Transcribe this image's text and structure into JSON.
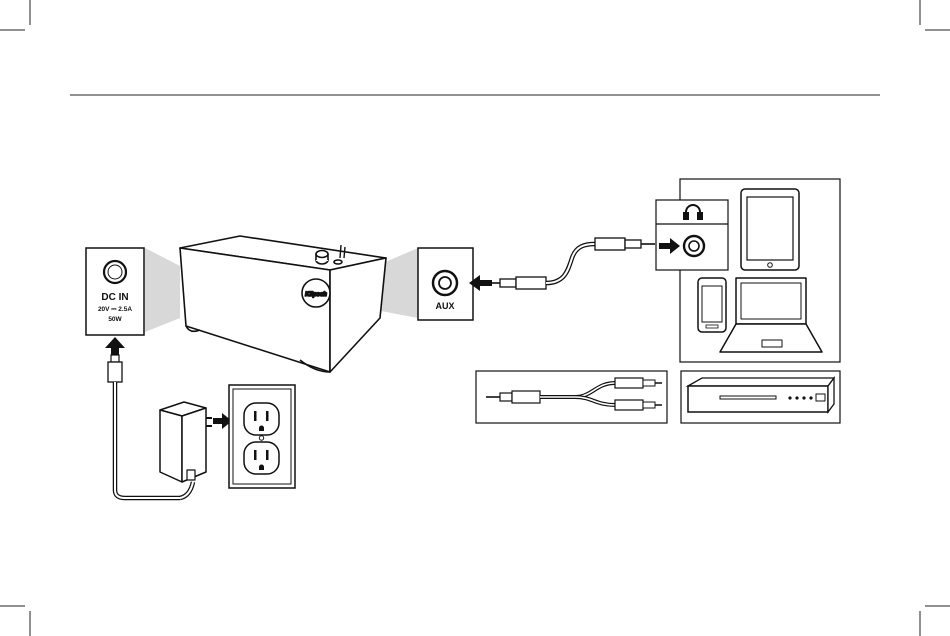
{
  "dc_panel": {
    "title": "DC IN",
    "rating": "20V ⎓ 2.5A",
    "power": "50W"
  },
  "aux_panel": {
    "label": "AUX"
  },
  "speaker": {
    "logo_text": "Klipsch"
  },
  "icons": {
    "headphone": "headphone-icon",
    "tablet": "tablet-icon",
    "phone": "smartphone-icon",
    "laptop": "laptop-icon",
    "player": "media-player-icon",
    "outlet": "wall-outlet-icon",
    "adapter": "power-adapter-icon"
  },
  "colors": {
    "line": "#1a1a1a",
    "shadow_projection": "#d6d6d6"
  }
}
